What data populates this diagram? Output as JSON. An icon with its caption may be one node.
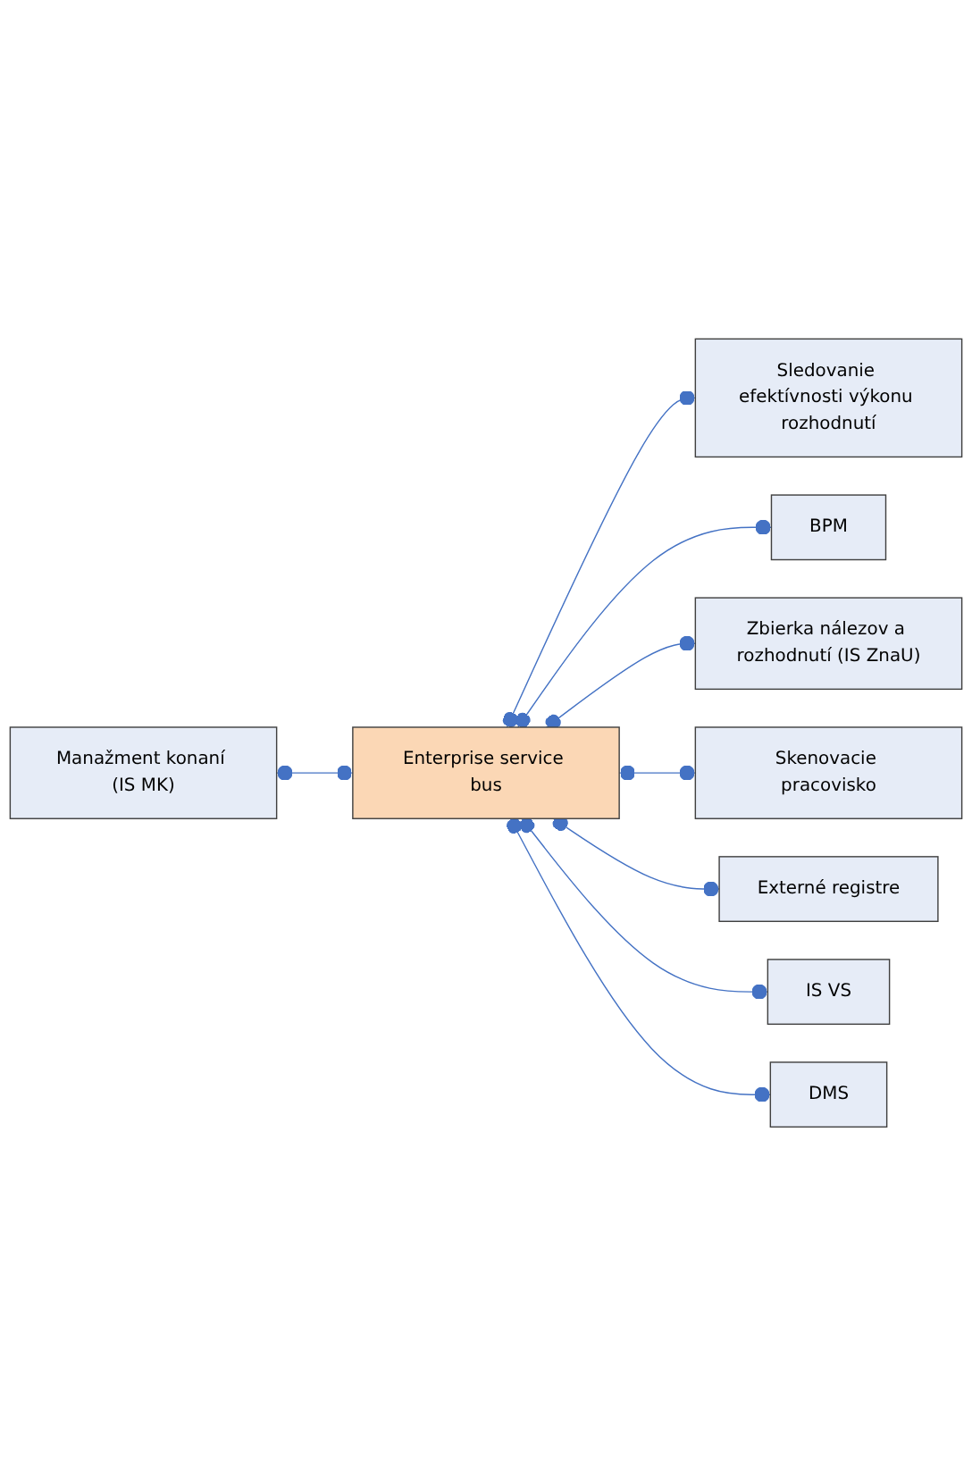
{
  "diagram": {
    "nodes": [
      {
        "text": [
          "Manažment konaní (IS MK)"
        ]
      },
      {
        "text": [
          "Enterprise service bus"
        ]
      },
      {
        "text": [
          "Sledovanie efektívnosti výkonu rozhodnutí"
        ]
      },
      {
        "text": [
          "BPM"
        ]
      },
      {
        "text": [
          "Zbierka nálezov a rozhodnutí (IS ZnaU)"
        ]
      },
      {
        "text": [
          "Skenovacie pracovisko"
        ]
      },
      {
        "text": [
          "Externé registre"
        ]
      },
      {
        "text": [
          "IS VS"
        ]
      },
      {
        "text": [
          "DMS"
        ]
      }
    ],
    "edges": [
      {
        "from": 0,
        "to": 1,
        "arrow": "other"
      },
      {
        "from": 1,
        "to": 2,
        "arrow": "other"
      },
      {
        "from": 1,
        "to": 3,
        "arrow": "other"
      },
      {
        "from": 1,
        "to": 4,
        "arrow": "other"
      },
      {
        "from": 1,
        "to": 5,
        "arrow": "other"
      },
      {
        "from": 1,
        "to": 6,
        "arrow": "other"
      },
      {
        "from": 1,
        "to": 7,
        "arrow": "other"
      },
      {
        "from": 1,
        "to": 8,
        "arrow": "other"
      }
    ]
  }
}
